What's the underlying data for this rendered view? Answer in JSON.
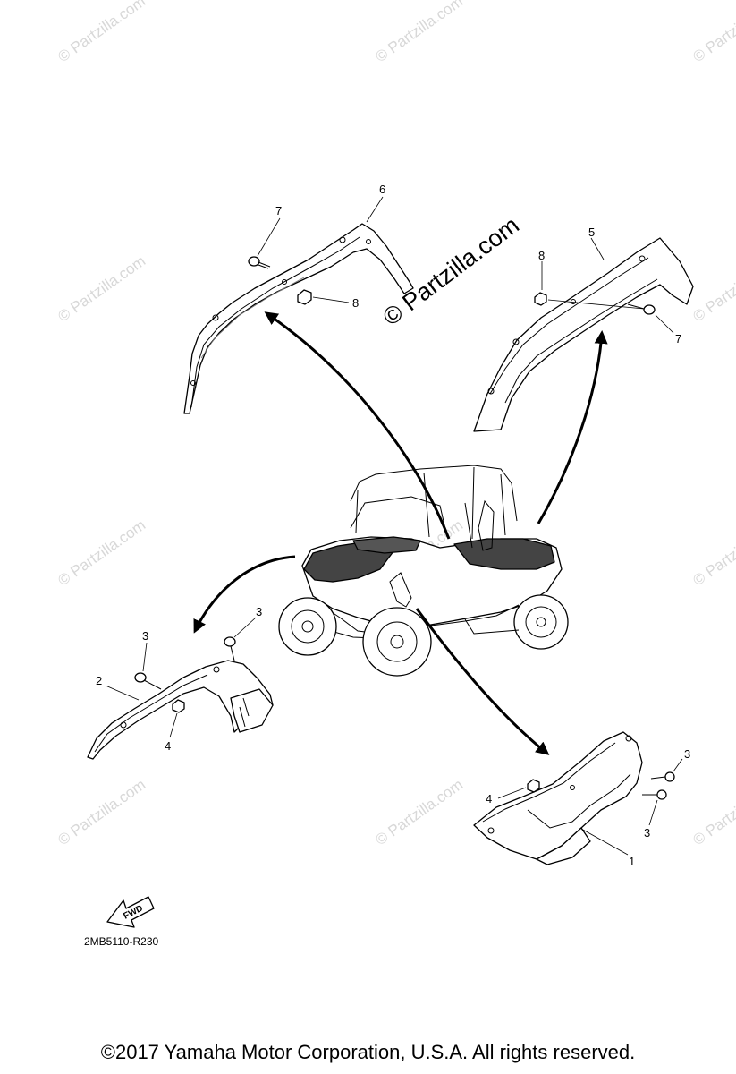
{
  "watermark": {
    "text": "© Partzilla.com",
    "center_text": "© Partzilla.com"
  },
  "callouts": {
    "c1": "1",
    "c2": "2",
    "c3a": "3",
    "c3b": "3",
    "c3c": "3",
    "c3d": "3",
    "c4a": "4",
    "c4b": "4",
    "c5": "5",
    "c6": "6",
    "c7a": "7",
    "c7b": "7",
    "c8a": "8",
    "c8b": "8"
  },
  "fwd_label": "FWD",
  "diagram_code": "2MB5110-R230",
  "copyright": "©2017  Yamaha Motor Corporation, U.S.A. All rights reserved."
}
